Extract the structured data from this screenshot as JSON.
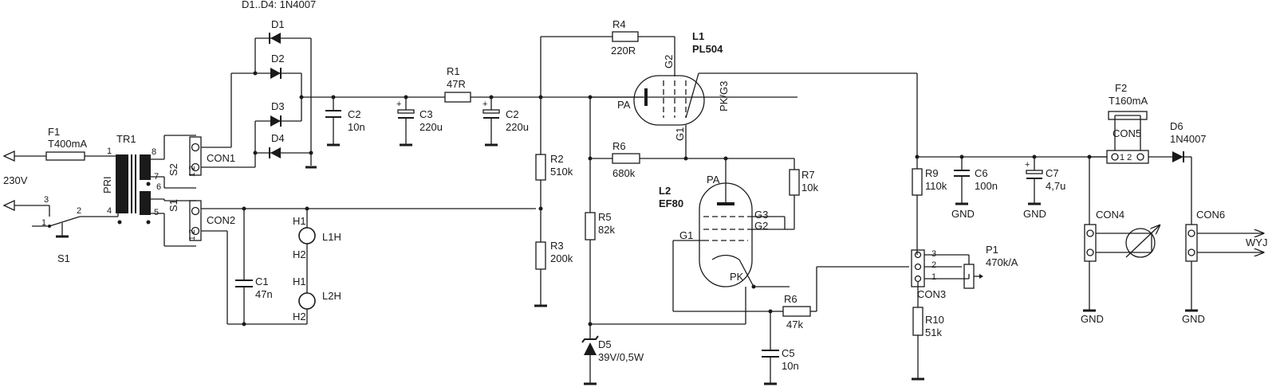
{
  "labels": {
    "diode_note": "D1..D4: 1N4007",
    "d1": "D1",
    "d2": "D2",
    "d3": "D3",
    "d4": "D4",
    "f1": "F1",
    "f1_val": "T400mA",
    "tr1": "TR1",
    "pri": "PRI",
    "s1w": "S1",
    "s2w": "S2",
    "p1": "1",
    "p4": "4",
    "p5": "5",
    "p6": "6",
    "p7": "7",
    "p8": "8",
    "v230": "230V",
    "sw3": "3",
    "sw1": "1",
    "sw2": "2",
    "s1": "S1",
    "con1": "CON1",
    "con2": "CON2",
    "con3": "CON3",
    "con4": "CON4",
    "con5": "CON5",
    "con6": "CON6",
    "c1": "C1",
    "c1_val": "47n",
    "c2a": "C2",
    "c2a_val": "10n",
    "c3": "C3",
    "c3_val": "220u",
    "c2b": "C2",
    "c2b_val": "220u",
    "c5": "C5",
    "c5_val": "10n",
    "c6": "C6",
    "c6_val": "100n",
    "c7": "C7",
    "c7_val": "4,7u",
    "r1": "R1",
    "r1_val": "47R",
    "r2": "R2",
    "r2_val": "510k",
    "r3": "R3",
    "r3_val": "200k",
    "r4": "R4",
    "r4_val": "220R",
    "r5": "R5",
    "r5_val": "82k",
    "r6a": "R6",
    "r6a_val": "680k",
    "r6b": "R6",
    "r6b_val": "47k",
    "r7": "R7",
    "r7_val": "10k",
    "r9": "R9",
    "r9_val": "110k",
    "r10": "R10",
    "r10_val": "51k",
    "p1pot": "P1",
    "p1pot_val": "470k/A",
    "f2": "F2",
    "f2_val": "T160mA",
    "d5": "D5",
    "d5_val": "39V/0,5W",
    "d6": "D6",
    "d6_val": "1N4007",
    "l1": "L1",
    "l1_type": "PL504",
    "l1_g2": "G2",
    "l1_g1": "G1",
    "l1_pa": "PA",
    "l1_pk": "PK/G3",
    "l2": "L2",
    "l2_type": "EF80",
    "l2_pa": "PA",
    "l2_g1": "G1",
    "l2_g2": "G2",
    "l2_g3": "G3",
    "l2_pk": "PK",
    "h1a": "H1",
    "h2a": "H2",
    "h1b": "H1",
    "h2b": "H2",
    "l1h": "L1H",
    "l2h": "L2H",
    "gnd1": "GND",
    "gnd2": "GND",
    "gnd3": "GND",
    "gnd4": "GND",
    "wyj": "WYJ",
    "pin1": "1",
    "pin2": "2",
    "pin3": "3",
    "c12": "1 2",
    "c21": "2 1"
  }
}
